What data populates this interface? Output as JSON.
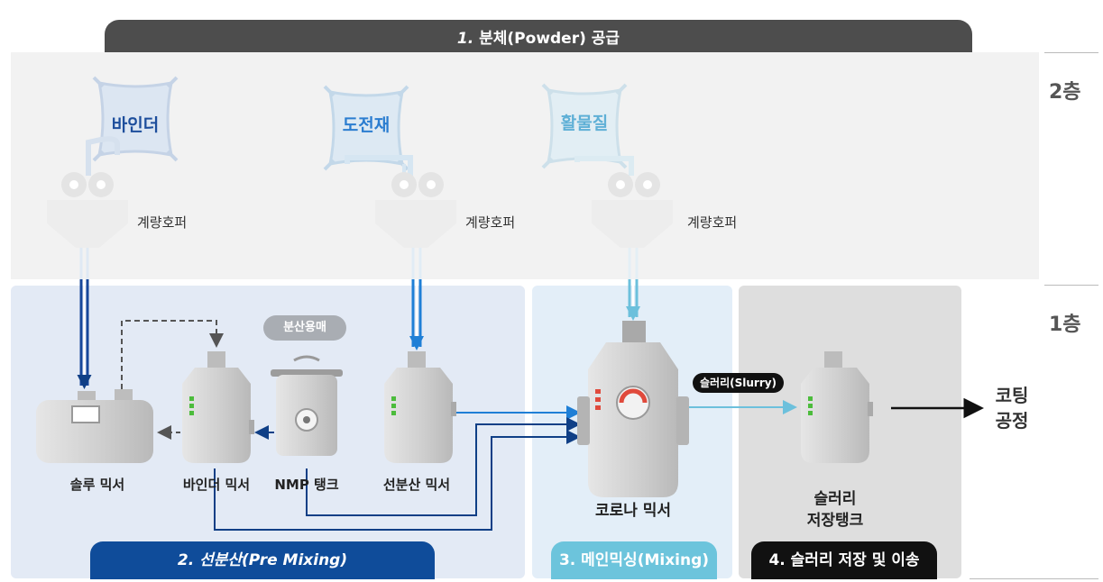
{
  "header": {
    "number": "1.",
    "title": "분체(Powder) 공급"
  },
  "floors": {
    "second": "2층",
    "first": "1층"
  },
  "powders": [
    {
      "name": "바인더",
      "color": "#1d4e9c"
    },
    {
      "name": "도전재",
      "color": "#2b7dd0"
    },
    {
      "name": "활물질",
      "color": "#5fb0d6"
    }
  ],
  "hopper_label": "계량호퍼",
  "equipment": {
    "solution_mixer": "솔루 믹서",
    "binder_mixer": "바인더 믹서",
    "nmp_tank": "NMP 탱크",
    "pre_disperser": "선분산 믹서",
    "corona_mixer": "코로나 믹서",
    "slurry_tank_line1": "슬러리",
    "slurry_tank_line2": "저장탱크"
  },
  "tags": {
    "solvent": "분산용매",
    "slurry": "슬러리(Slurry)"
  },
  "destination": {
    "line1": "코팅",
    "line2": "공정"
  },
  "stages": [
    {
      "label": "2. 선분산(Pre Mixing)",
      "color": "#0f4c9a"
    },
    {
      "label": "3. 메인믹싱(Mixing)",
      "color": "#6cc4dc"
    },
    {
      "label": "4. 슬러리 저장 및 이송",
      "color": "#111111"
    }
  ]
}
